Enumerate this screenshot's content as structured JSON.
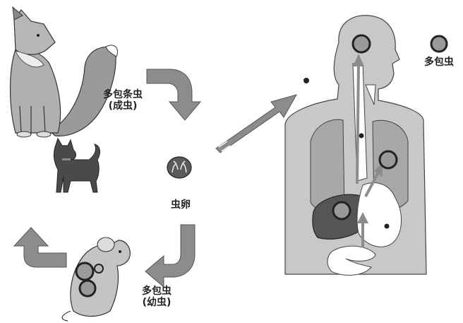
{
  "labels": {
    "adult_line1": "多包条虫",
    "adult_line2": "(成虫)",
    "egg": "虫卵",
    "larva_line1": "多包虫",
    "larva_line2": "(幼虫)",
    "legend_cyst": "多包虫"
  },
  "colors": {
    "arrow_gray": "#8c8c8c",
    "body_gray": "#c8c8c8",
    "organ_gray": "#a0a0a0",
    "liver_dark": "#555555",
    "cyst_ring": "#444444",
    "cyst_fill": "#9a9a9a"
  },
  "icons": [
    "fox-icon",
    "dog-icon",
    "egg-icon",
    "mouse-icon",
    "human-body-icon"
  ]
}
